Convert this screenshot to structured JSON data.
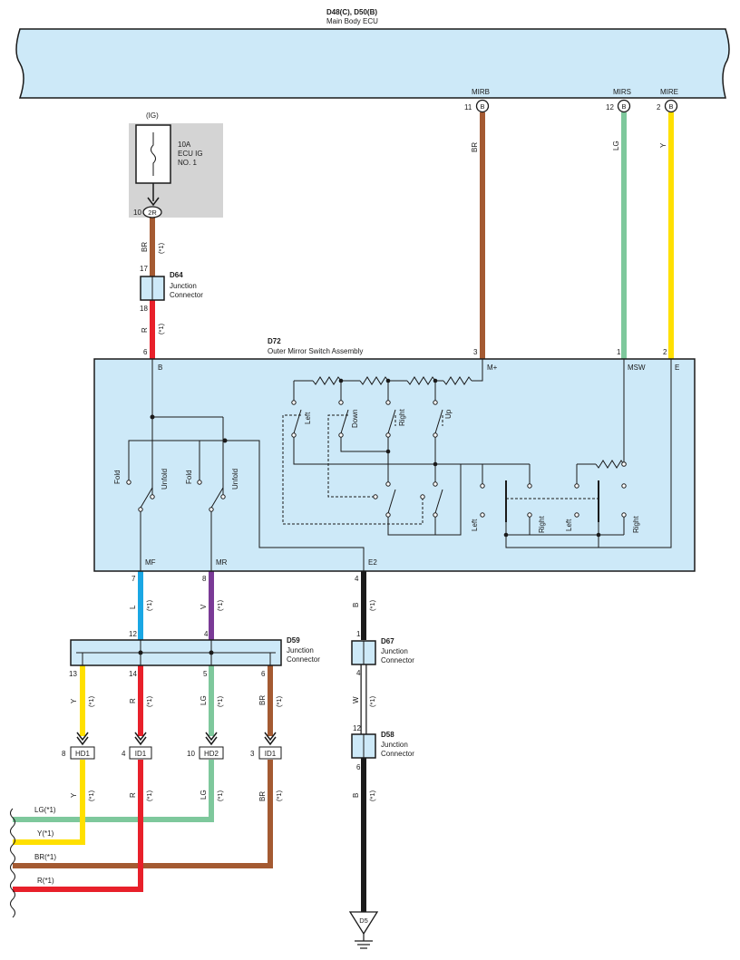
{
  "colors": {
    "BR": "#a45a32",
    "LG": "#7ec89c",
    "Y": "#ffe000",
    "R": "#e8202a",
    "L": "#1aa7e4",
    "V": "#7a3a96",
    "B": "#1a1a1a",
    "W": "#ffffff",
    "box_fill": "#cde9f8",
    "fuse_fill": "#d4d4d4"
  },
  "ecu": {
    "id": "D48(C), D50(B)",
    "name": "Main Body ECU"
  },
  "ecu_pins": [
    {
      "name": "MIRB",
      "pin": "11",
      "code": "B",
      "wire": "BR"
    },
    {
      "name": "MIRS",
      "pin": "12",
      "code": "B",
      "wire": "LG"
    },
    {
      "name": "MIRE",
      "pin": "2",
      "code": "B",
      "wire": "Y"
    }
  ],
  "fuse": {
    "source": "(IG)",
    "rating": "10A",
    "line1": "ECU IG",
    "line2": "NO. 1",
    "pin": "10",
    "connector": "2R"
  },
  "d64": {
    "id": "D64",
    "line1": "Junction",
    "line2": "Connector",
    "pin_top": "17",
    "pin_bottom": "18"
  },
  "d72": {
    "id": "D72",
    "name": "Outer Mirror Switch Assembly",
    "pins": {
      "B": "6",
      "M+": "3",
      "MSW": "1",
      "E": "2",
      "MF": "7",
      "MR": "8",
      "E2": "4"
    },
    "terminals": {
      "b": "B",
      "mplus": "M+",
      "msw": "MSW",
      "e": "E",
      "mf": "MF",
      "mr": "MR",
      "e2": "E2"
    },
    "switch_labels": {
      "fold1": "Fold",
      "unfold1": "Unfold",
      "fold2": "Fold",
      "unfold2": "Unfold",
      "left": "Left",
      "down": "Down",
      "right": "Right",
      "up": "Up",
      "sel_left1": "Left",
      "sel_right1": "Right",
      "sel_left2": "Left",
      "sel_right2": "Right"
    }
  },
  "d59": {
    "id": "D59",
    "line1": "Junction",
    "line2": "Connector",
    "pin_in1": "12",
    "pin_in2": "4",
    "pins_out": [
      "13",
      "14",
      "5",
      "6"
    ]
  },
  "d67": {
    "id": "D67",
    "line1": "Junction",
    "line2": "Connector",
    "pin_top": "1",
    "pin_bottom": "4"
  },
  "d58": {
    "id": "D58",
    "line1": "Junction",
    "line2": "Connector",
    "pin_top": "12",
    "pin_bottom": "6"
  },
  "inline_connectors": [
    {
      "pin": "8",
      "name": "HD1"
    },
    {
      "pin": "4",
      "name": "ID1"
    },
    {
      "pin": "10",
      "name": "HD2"
    },
    {
      "pin": "3",
      "name": "ID1"
    }
  ],
  "wire_labels": {
    "br_fuse": "BR",
    "r_d64": "R",
    "l_mf": "L",
    "v_mr": "V",
    "b_e2": "B",
    "w_d67": "W",
    "b_d58": "B",
    "y_out": "Y",
    "r_out": "R",
    "lg_out": "LG",
    "br_out": "BR",
    "y_low": "Y",
    "r_low": "R",
    "lg_low": "LG",
    "br_low": "BR"
  },
  "note": "(*1)",
  "outputs": [
    "LG(*1)",
    "Y(*1)",
    "BR(*1)",
    "R(*1)"
  ],
  "ground": "D5"
}
